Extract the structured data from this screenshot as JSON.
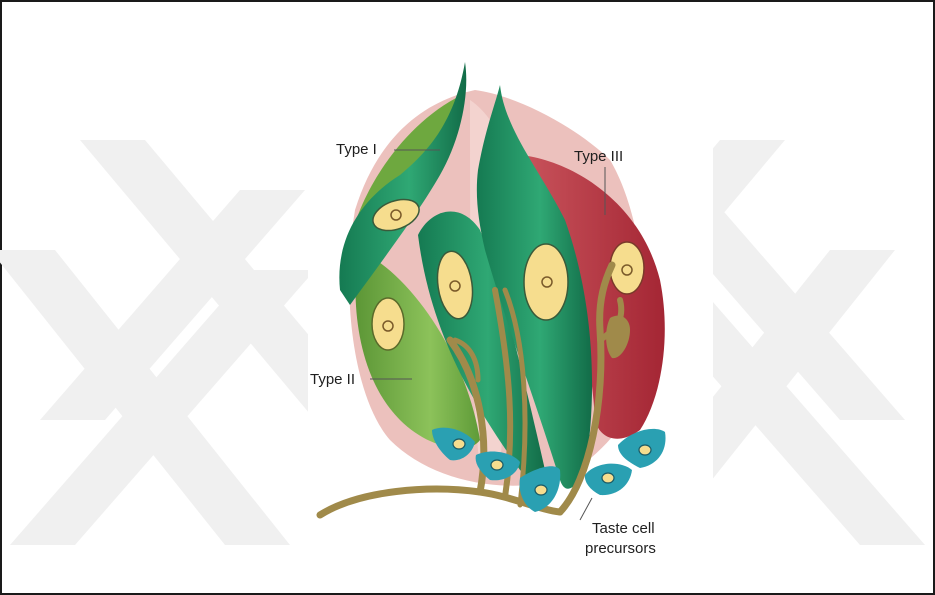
{
  "diagram": {
    "labels": {
      "type_i": "Type I",
      "type_ii": "Type II",
      "type_iii": "Type III",
      "precursors_line1": "Taste cell",
      "precursors_line2": "precursors"
    }
  },
  "colors": {
    "type_i": "#1e8a5e",
    "type_ii": "#6ea83f",
    "type_iii": "#b8323f",
    "nucleus": "#f6dd8e",
    "nerve": "#a08a4a",
    "precursor": "#2aa0b2",
    "pink_support": "#ecc1bd",
    "watermark": "#ededed"
  }
}
